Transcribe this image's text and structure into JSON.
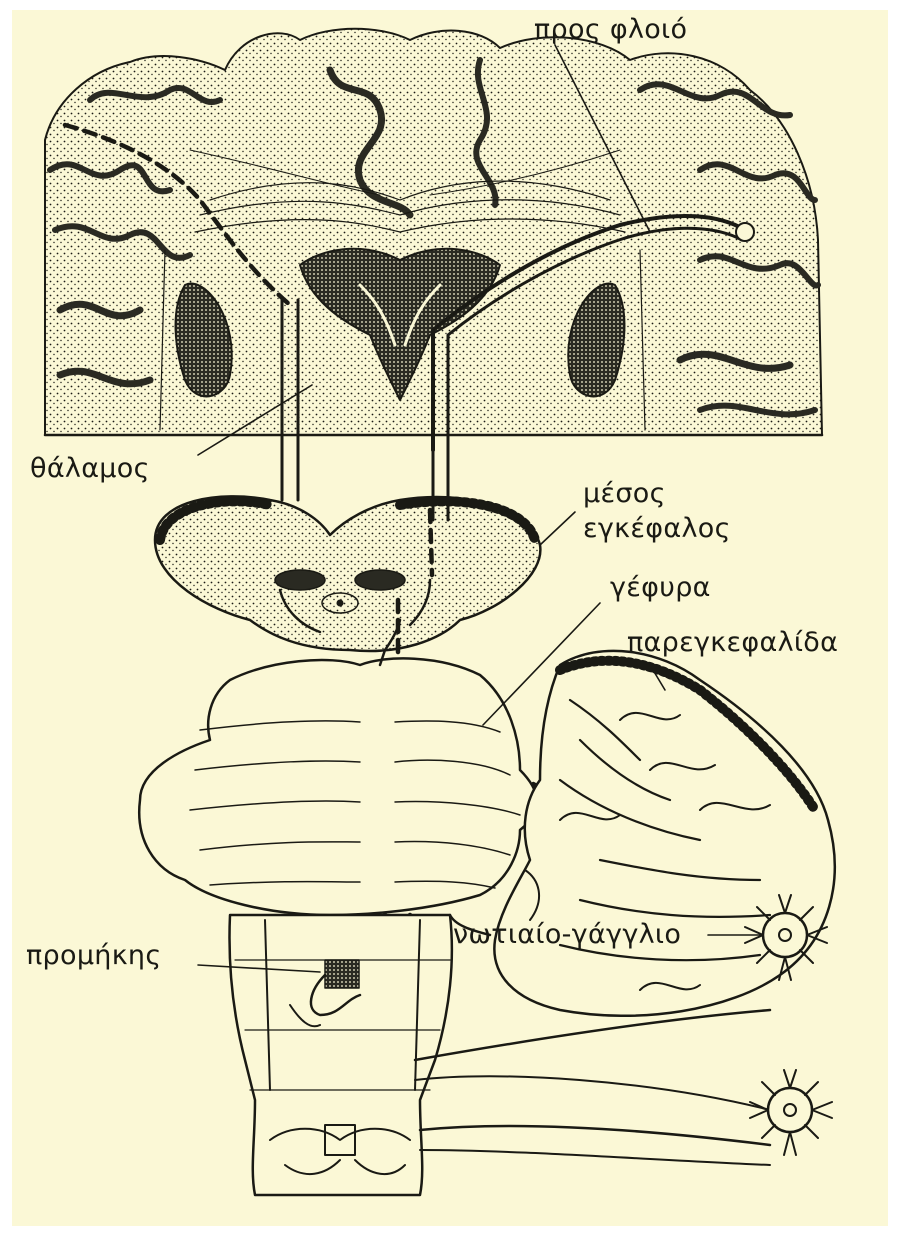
{
  "labels": {
    "cortex": "προς φλοιό",
    "thalamus": "θάλαμος",
    "midbrain_1": "μέσος",
    "midbrain_2": "εγκέφαλος",
    "pons": "γέφυρα",
    "cerebellum": "παρεγκεφαλίδα",
    "medulla": "προμήκης",
    "ganglion": "νωτιαίο-γάγγλιο"
  },
  "colors": {
    "paper": "#fbf8d6",
    "ink": "#1a1a14"
  }
}
